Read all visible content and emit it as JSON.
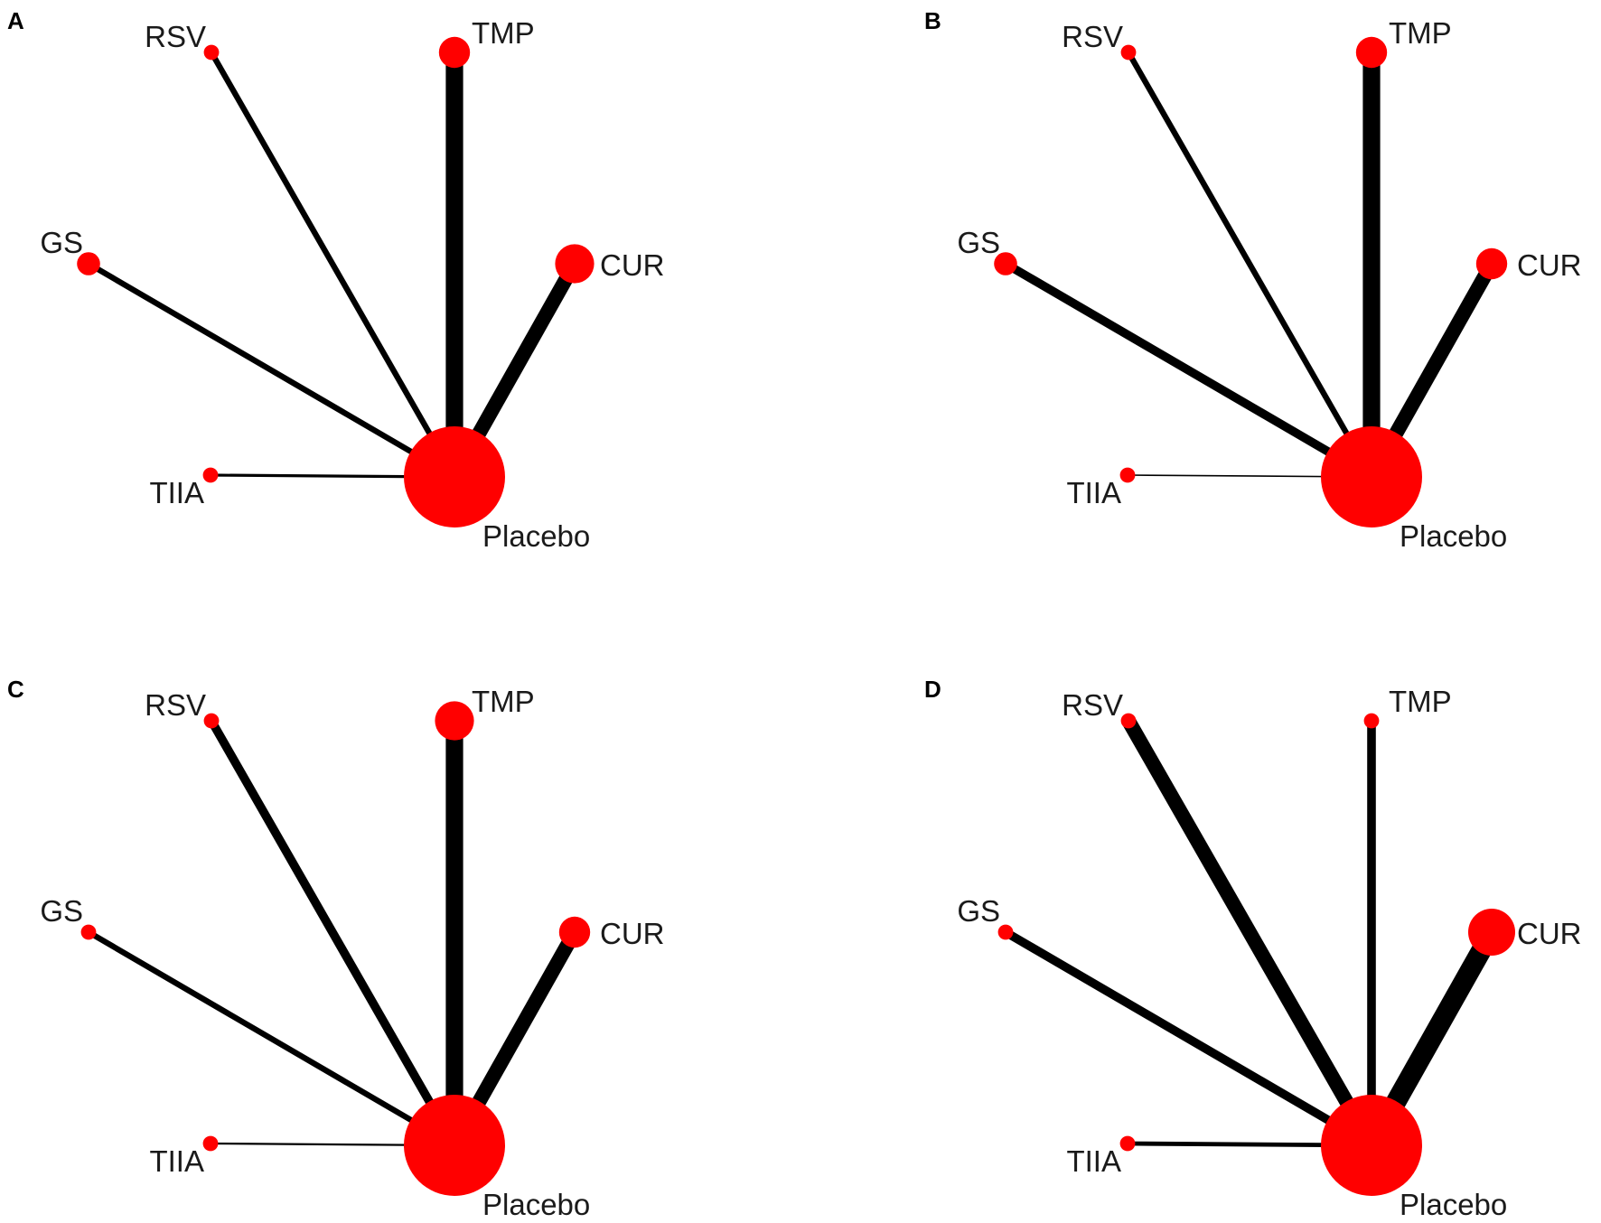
{
  "colors": {
    "node": "#ff0000",
    "edge": "#000000",
    "label": "#1a1a1a"
  },
  "center_node": "Placebo",
  "panels": [
    {
      "letter": "A",
      "nodes": [
        {
          "name": "RSV",
          "size": 1
        },
        {
          "name": "TMP",
          "size": 3
        },
        {
          "name": "GS",
          "size": 2
        },
        {
          "name": "CUR",
          "size": 4
        },
        {
          "name": "TIIA",
          "size": 1
        },
        {
          "name": "Placebo",
          "size": 10
        }
      ],
      "edges": [
        {
          "target": "RSV",
          "weight": 2
        },
        {
          "target": "TMP",
          "weight": 6
        },
        {
          "target": "GS",
          "weight": 2
        },
        {
          "target": "CUR",
          "weight": 5
        },
        {
          "target": "TIIA",
          "weight": 1
        }
      ]
    },
    {
      "letter": "B",
      "nodes": [
        {
          "name": "RSV",
          "size": 1
        },
        {
          "name": "TMP",
          "size": 3
        },
        {
          "name": "GS",
          "size": 2
        },
        {
          "name": "CUR",
          "size": 3
        },
        {
          "name": "TIIA",
          "size": 1
        },
        {
          "name": "Placebo",
          "size": 10
        }
      ],
      "edges": [
        {
          "target": "RSV",
          "weight": 2
        },
        {
          "target": "TMP",
          "weight": 6
        },
        {
          "target": "GS",
          "weight": 3
        },
        {
          "target": "CUR",
          "weight": 5
        },
        {
          "target": "TIIA",
          "weight": 0.5
        }
      ]
    },
    {
      "letter": "C",
      "nodes": [
        {
          "name": "RSV",
          "size": 1
        },
        {
          "name": "TMP",
          "size": 4
        },
        {
          "name": "GS",
          "size": 1
        },
        {
          "name": "CUR",
          "size": 3
        },
        {
          "name": "TIIA",
          "size": 1
        },
        {
          "name": "Placebo",
          "size": 10
        }
      ],
      "edges": [
        {
          "target": "RSV",
          "weight": 3
        },
        {
          "target": "TMP",
          "weight": 6
        },
        {
          "target": "GS",
          "weight": 2
        },
        {
          "target": "CUR",
          "weight": 5
        },
        {
          "target": "TIIA",
          "weight": 0.7
        }
      ]
    },
    {
      "letter": "D",
      "nodes": [
        {
          "name": "RSV",
          "size": 1
        },
        {
          "name": "TMP",
          "size": 1
        },
        {
          "name": "GS",
          "size": 1
        },
        {
          "name": "CUR",
          "size": 5
        },
        {
          "name": "TIIA",
          "size": 1
        },
        {
          "name": "Placebo",
          "size": 10
        }
      ],
      "edges": [
        {
          "target": "RSV",
          "weight": 5
        },
        {
          "target": "TMP",
          "weight": 3
        },
        {
          "target": "GS",
          "weight": 3
        },
        {
          "target": "CUR",
          "weight": 7
        },
        {
          "target": "TIIA",
          "weight": 1.5
        }
      ]
    }
  ]
}
